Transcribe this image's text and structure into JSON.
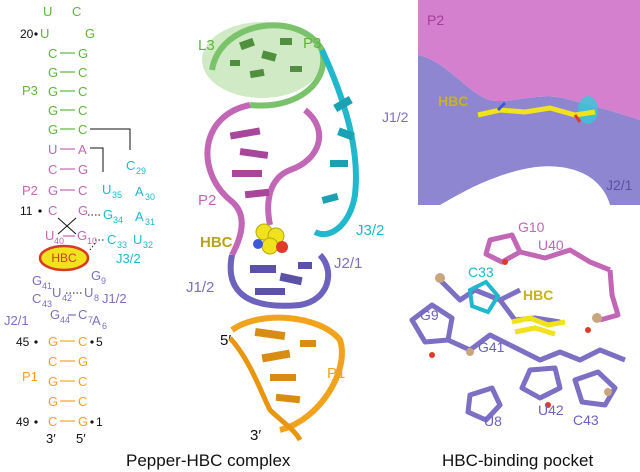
{
  "colors": {
    "p3": "#5fb53c",
    "p2": "#c267b6",
    "p1": "#f2a31e",
    "j32": "#1fb8cc",
    "j12": "#7c6fc4",
    "hbc": "#f0e21c",
    "hbc_ring": "#d83a22",
    "text": "#111111"
  },
  "secondary": {
    "loop_top": [
      "U",
      "C"
    ],
    "loop_left": "U",
    "loop_right": "G",
    "num_20": "20",
    "p3_label": "P3",
    "p3_pairs": [
      [
        "C",
        "G"
      ],
      [
        "G",
        "C"
      ],
      [
        "G",
        "C"
      ],
      [
        "G",
        "C"
      ],
      [
        "G",
        "C"
      ]
    ],
    "p2_label": "P2",
    "p2_pairs": [
      [
        "U",
        "A"
      ],
      [
        "C",
        "G"
      ],
      [
        "G",
        "C"
      ]
    ],
    "right_nts": {
      "c29": "C",
      "c29_sub": "29",
      "a30": "A",
      "a30_sub": "30",
      "a31": "A",
      "a31_sub": "31",
      "u32": "U",
      "u32_sub": "32",
      "u35": "U",
      "u35_sub": "35",
      "g34": "G",
      "g34_sub": "34",
      "c33": "C",
      "c33_sub": "33"
    },
    "num_11": "11",
    "c_11": "C",
    "g_11": "G",
    "u40": "U",
    "u40_sub": "40",
    "g10": "G",
    "g10_sub": "10",
    "hbc": "HBC",
    "j32_label": "J3/2",
    "g9": "G",
    "g9_sub": "9",
    "g41": "G",
    "g41_sub": "41",
    "c43": "C",
    "c43_sub": "43",
    "u42": "U",
    "u42_sub": "42",
    "u8": "U",
    "u8_sub": "8",
    "j12_label": "J1/2",
    "g44": "G",
    "g44_sub": "44",
    "c7": "C",
    "c7_sub": "7",
    "a6": "A",
    "a6_sub": "6",
    "j21_label": "J2/1",
    "num_45": "45",
    "num_5": "5",
    "p1_label": "P1",
    "p1_pairs": [
      [
        "G",
        "C"
      ],
      [
        "C",
        "G"
      ],
      [
        "G",
        "C"
      ],
      [
        "G",
        "C"
      ],
      [
        "C",
        "G"
      ]
    ],
    "num_49": "49",
    "num_1": "1",
    "end3": "3′",
    "end5": "5′"
  },
  "structure": {
    "l3": "L3",
    "p3": "P3",
    "p2": "P2",
    "hbc": "HBC",
    "j32": "J3/2",
    "j21": "J2/1",
    "j12": "J1/2",
    "p1": "P1",
    "end5": "5′",
    "end3": "3′"
  },
  "pocket_top": {
    "p2": "P2",
    "hbc": "HBC",
    "j12": "J1/2",
    "j21": "J2/1"
  },
  "pocket_bottom": {
    "g10": "G10",
    "u40": "U40",
    "c33": "C33",
    "hbc": "HBC",
    "g9": "G9",
    "g41": "G41",
    "u8": "U8",
    "u42": "U42",
    "c43": "C43"
  },
  "captions": {
    "left": "Pepper-HBC complex",
    "right": "HBC-binding pocket"
  }
}
